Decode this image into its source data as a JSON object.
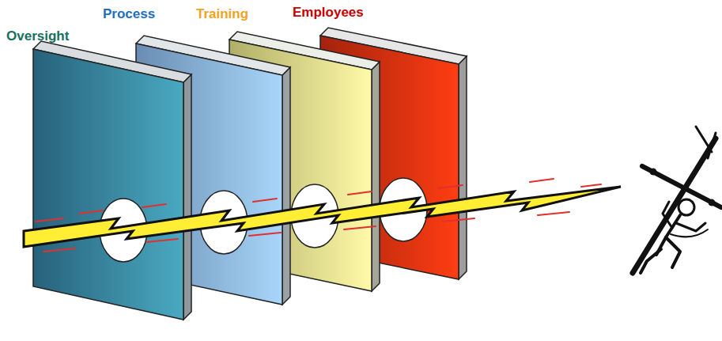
{
  "diagram": {
    "nodes": [
      {
        "text": [
          "Oversight"
        ]
      },
      {
        "text": [
          "Process"
        ]
      },
      {
        "text": [
          "Training"
        ]
      },
      {
        "text": [
          "Employees"
        ]
      }
    ]
  }
}
